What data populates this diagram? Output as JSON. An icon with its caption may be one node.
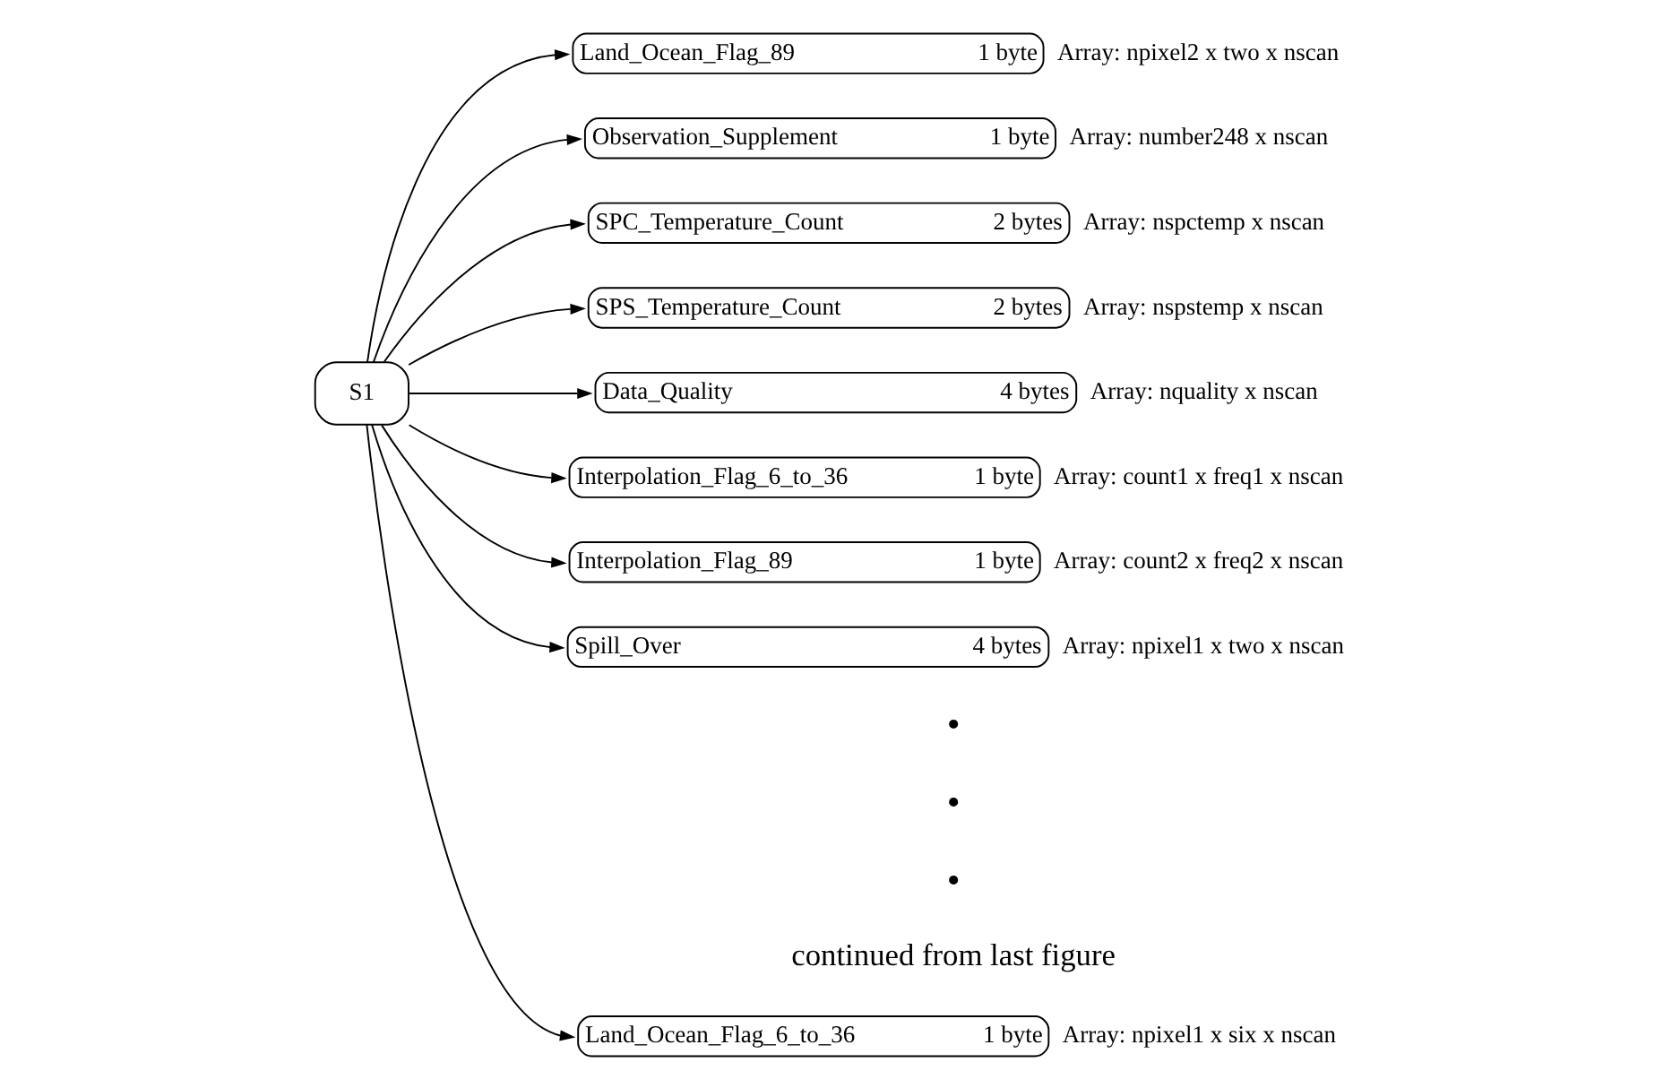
{
  "diagram": {
    "nodes": [
      {
        "text": [
          "S1"
        ]
      },
      {
        "text": [
          "Land_Ocean_Flag_6_to_36",
          "1 byte"
        ],
        "beside": [
          "Array: npixel1 x six x nscan"
        ]
      },
      {
        "text": [
          "Land_Ocean_Flag_89",
          "1 byte"
        ],
        "beside": [
          "Array: npixel2 x two x nscan"
        ]
      },
      {
        "text": [
          "Observation_Supplement",
          "1 byte"
        ],
        "beside": [
          "Array: number248 x nscan"
        ]
      },
      {
        "text": [
          "SPC_Temperature_Count",
          "2 bytes"
        ],
        "beside": [
          "Array: nspctemp x nscan"
        ]
      },
      {
        "text": [
          "SPS_Temperature_Count",
          "2 bytes"
        ],
        "beside": [
          "Array: nspstemp x nscan"
        ]
      },
      {
        "text": [
          "Data_Quality",
          "4 bytes"
        ],
        "beside": [
          "Array: nquality x nscan"
        ]
      },
      {
        "text": [
          "Interpolation_Flag_6_to_36",
          "1 byte"
        ],
        "beside": [
          "Array: count1 x freq1 x nscan"
        ]
      },
      {
        "text": [
          "Interpolation_Flag_89",
          "1 byte"
        ],
        "beside": [
          "Array: count2 x freq2 x nscan"
        ]
      },
      {
        "text": [
          "Spill_Over",
          "4 bytes"
        ],
        "beside": [
          "Array: npixel1 x two x nscan"
        ]
      }
    ],
    "edges": [
      {
        "from": 0,
        "to": 1,
        "arrow": "to"
      },
      {
        "from": 0,
        "to": 2,
        "arrow": "to"
      },
      {
        "from": 0,
        "to": 3,
        "arrow": "to"
      },
      {
        "from": 0,
        "to": 4,
        "arrow": "to"
      },
      {
        "from": 0,
        "to": 5,
        "arrow": "to"
      },
      {
        "from": 0,
        "to": 6,
        "arrow": "to"
      },
      {
        "from": 0,
        "to": 7,
        "arrow": "to"
      },
      {
        "from": 0,
        "to": 8,
        "arrow": "to"
      },
      {
        "from": 0,
        "to": 9,
        "arrow": "to"
      }
    ],
    "labels": [
      "•",
      "•",
      "•",
      "continued from last figure"
    ]
  }
}
